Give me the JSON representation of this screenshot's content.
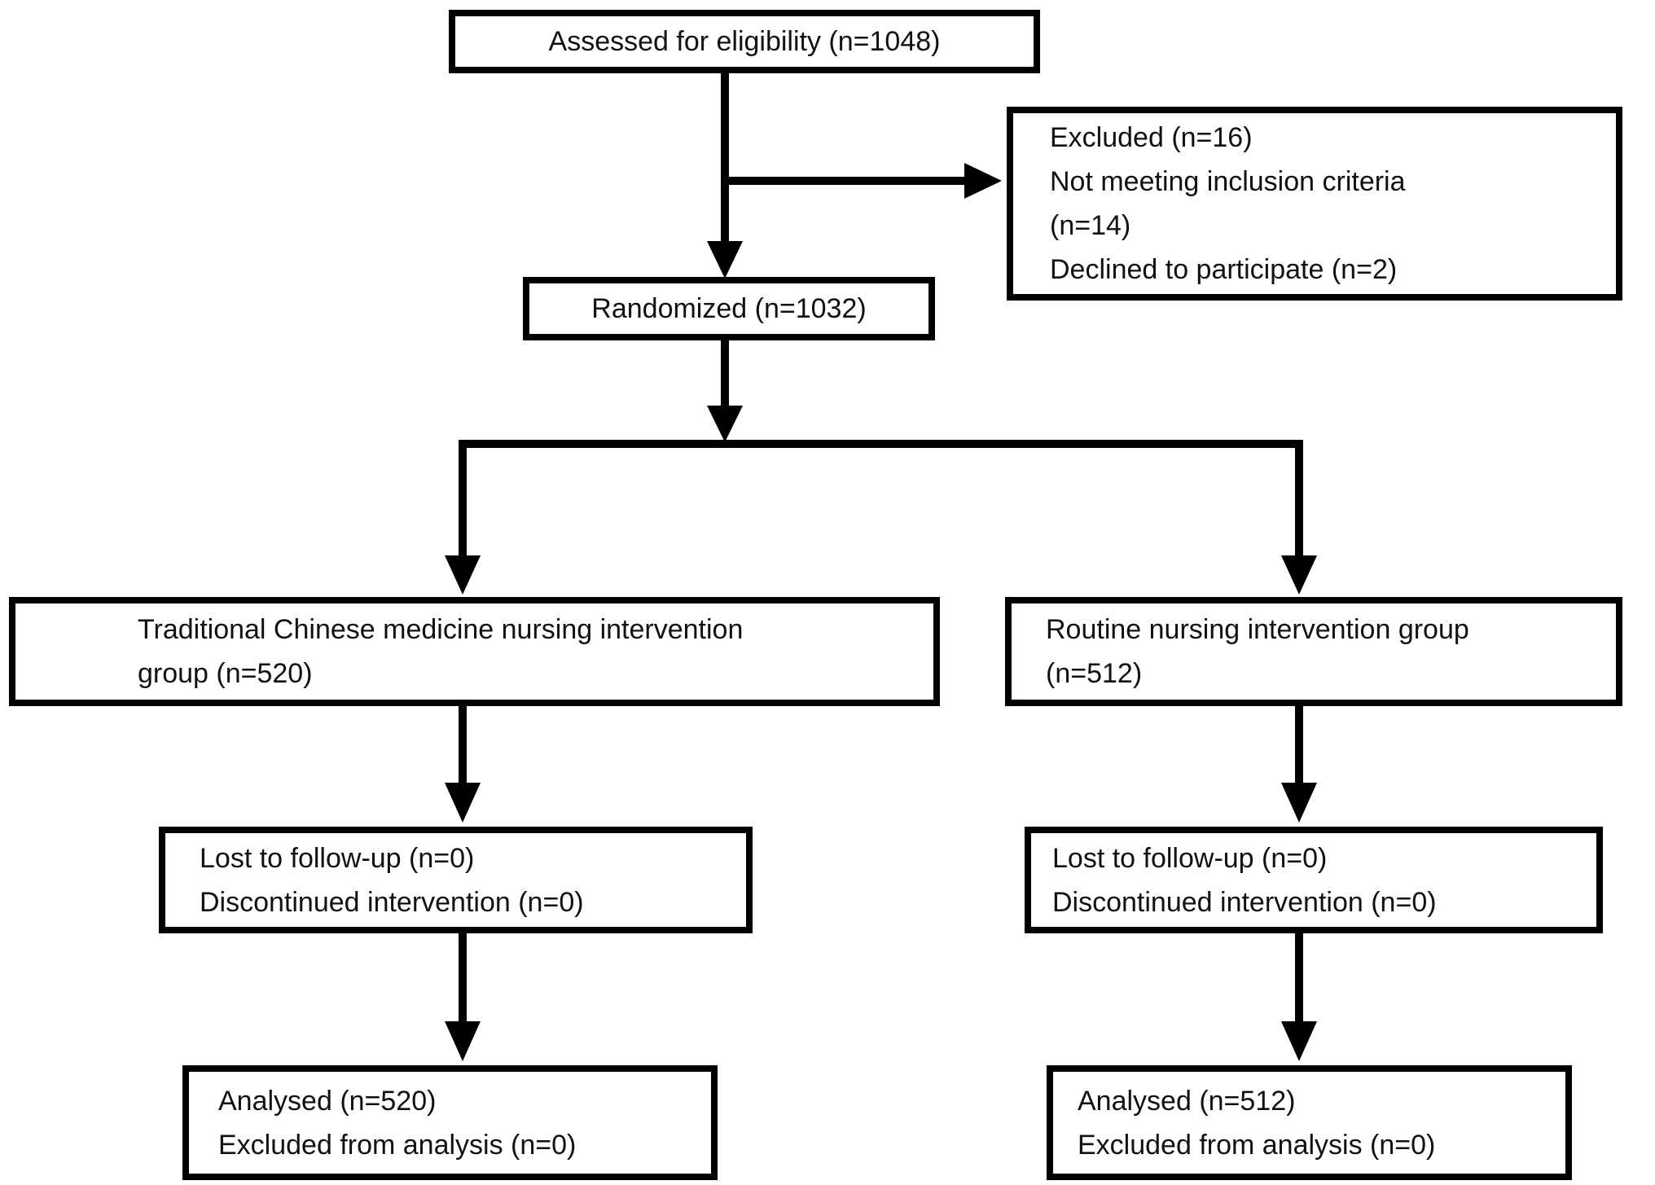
{
  "figure": {
    "type": "flowchart",
    "nodes": {
      "assessed": {
        "lines": [
          "Assessed for eligibility (n=1048)"
        ]
      },
      "excluded": {
        "lines": [
          "Excluded (n=16)",
          "Not meeting inclusion criteria",
          "(n=14)",
          "Declined to participate (n=2)"
        ]
      },
      "randomized": {
        "lines": [
          "Randomized (n=1032)"
        ]
      },
      "tcm_group": {
        "lines": [
          "Traditional Chinese medicine nursing intervention",
          "group (n=520)"
        ]
      },
      "routine_group": {
        "lines": [
          "Routine nursing intervention group",
          "(n=512)"
        ]
      },
      "lost_left": {
        "lines": [
          "Lost to follow-up (n=0)",
          "Discontinued intervention (n=0)"
        ]
      },
      "lost_right": {
        "lines": [
          "Lost to follow-up (n=0)",
          "Discontinued intervention (n=0)"
        ]
      },
      "analysed_left": {
        "lines": [
          "Analysed (n=520)",
          "Excluded from analysis (n=0)"
        ]
      },
      "analysed_right": {
        "lines": [
          "Analysed (n=512)",
          "Excluded from analysis (n=0)"
        ]
      }
    },
    "counts": {
      "assessed": 1048,
      "excluded": 16,
      "not_meeting_inclusion_criteria": 14,
      "declined_to_participate": 2,
      "randomized": 1032,
      "tcm_group": 520,
      "routine_group": 512,
      "lost_to_follow_up_tcm": 0,
      "discontinued_tcm": 0,
      "lost_to_follow_up_routine": 0,
      "discontinued_routine": 0,
      "analysed_tcm": 520,
      "excluded_from_analysis_tcm": 0,
      "analysed_routine": 512,
      "excluded_from_analysis_routine": 0
    },
    "colors": {
      "line": "#000000",
      "text": "#111111",
      "box_background": "#ffffff",
      "page_background": "#ffffff"
    }
  }
}
